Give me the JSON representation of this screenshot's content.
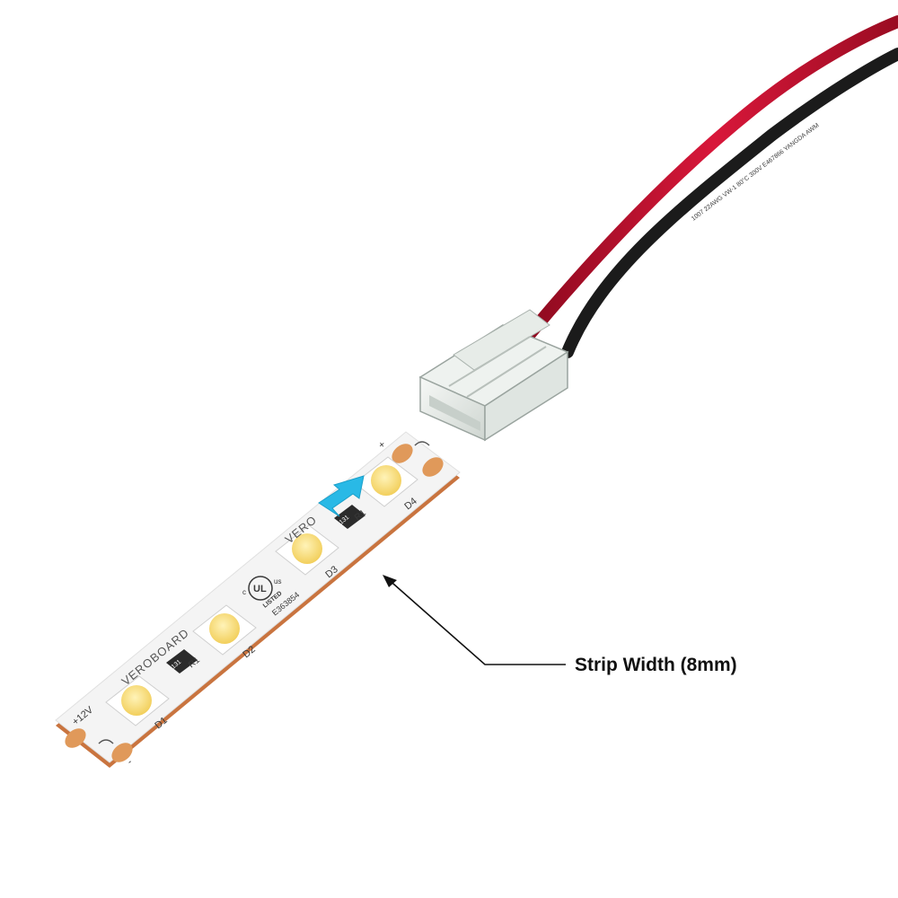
{
  "callout": {
    "label": "Strip Width (8mm)"
  },
  "strip": {
    "brand": "VEROBOARD",
    "brand_partial": "VERO",
    "voltage": "+12V",
    "plus": "+",
    "minus": "-",
    "leds": [
      "D1",
      "D2",
      "D3",
      "D4"
    ],
    "resistor_labels": [
      "R1",
      "R1"
    ],
    "resistor_codes": [
      "131",
      "131"
    ],
    "cert": {
      "mark_c": "c",
      "mark_ul": "UL",
      "mark_us": "us",
      "listed": "LISTED",
      "file": "E363854"
    }
  },
  "cable": {
    "print": "1007 22AWG VW-1 80°C 300V E467866 YANGDA AWM"
  },
  "colors": {
    "background": "#ffffff",
    "pcb": "#f4f4f4",
    "pcb_edge": "#c9743f",
    "pad": "#e0995a",
    "led_phosphor": "#f7dc7a",
    "red_wire": "#c8102e",
    "black_wire": "#1b1b1b",
    "arrow": "#29b9e6"
  }
}
